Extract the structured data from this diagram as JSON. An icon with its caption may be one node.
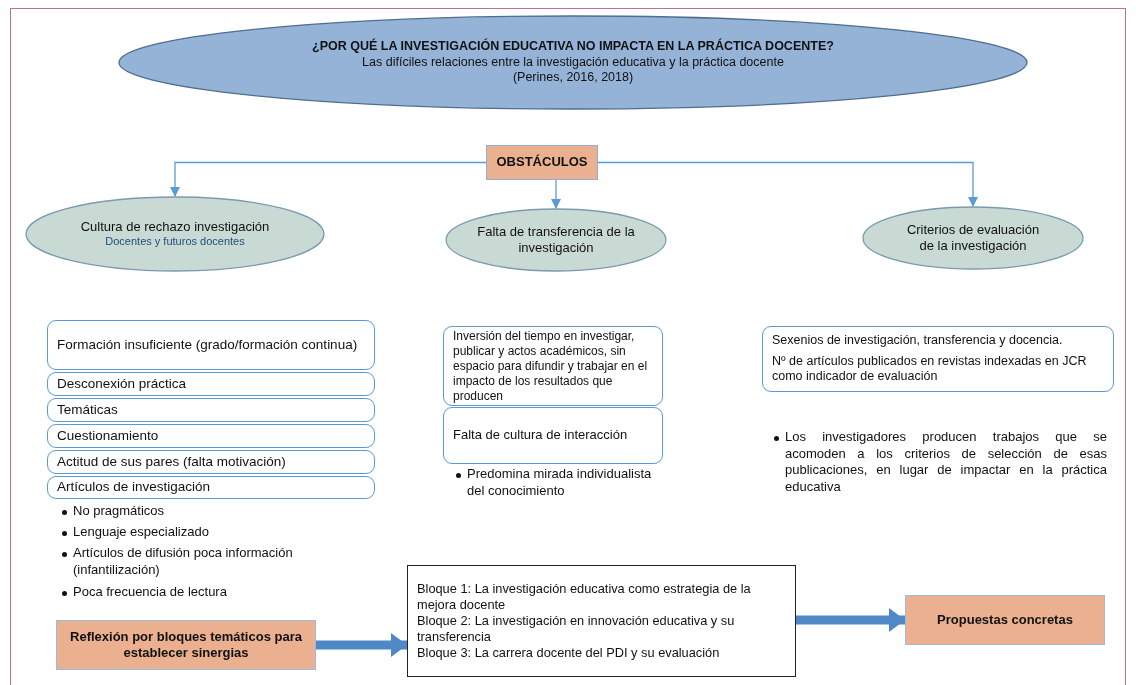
{
  "diagram": {
    "nodes": [
      {
        "text": [
          "¿POR QUÉ LA INVESTIGACIÓN EDUCATIVA NO IMPACTA EN LA PRÁCTICA DOCENTE?",
          "Las difíciles relaciones entre la investigación educativa y la práctica docente",
          "(Perines, 2016, 2018)"
        ]
      },
      {
        "text": [
          "OBSTÁCULOS"
        ]
      },
      {
        "text": [
          "Cultura de rechazo investigación",
          "Docentes y futuros docentes"
        ]
      },
      {
        "text": [
          "Falta de transferencia de la investigación"
        ]
      },
      {
        "text": [
          "Criterios de evaluación de la investigación"
        ]
      },
      {
        "text": [
          "Formación insuficiente (grado/formación continua)"
        ]
      },
      {
        "text": [
          "Desconexión práctica"
        ]
      },
      {
        "text": [
          "Temáticas"
        ]
      },
      {
        "text": [
          "Cuestionamiento"
        ]
      },
      {
        "text": [
          "Actitud de sus pares (falta motivación)"
        ]
      },
      {
        "text": [
          "Artículos de investigación"
        ]
      },
      {
        "text": [
          "Inversión del tiempo en investigar, publicar y actos académicos, sin espacio para difundir y trabajar en el impacto de los resultados que producen"
        ]
      },
      {
        "text": [
          "Falta de cultura de interacción"
        ]
      },
      {
        "text": [
          "Sexenios de investigación, transferencia y docencia.",
          "Nº de artículos publicados en revistas indexadas en JCR como indicador de evaluación"
        ]
      },
      {
        "text": [
          "Reflexión por bloques temáticos para establecer sinergias"
        ]
      },
      {
        "text": [
          "Bloque 1: La investigación educativa como estrategia de la mejora docente",
          "Bloque 2: La investigación en innovación educativa y su transferencia",
          "Bloque 3: La carrera docente del PDI y su evaluación"
        ]
      },
      {
        "text": [
          "Propuestas concretas"
        ]
      }
    ],
    "edges": [
      {
        "from": 1,
        "to": 2,
        "arrow": "to"
      },
      {
        "from": 1,
        "to": 3,
        "arrow": "to"
      },
      {
        "from": 1,
        "to": 4,
        "arrow": "to"
      },
      {
        "from": 14,
        "to": 15,
        "arrow": "to",
        "style": "thick"
      },
      {
        "from": 15,
        "to": 16,
        "arrow": "to",
        "style": "thick"
      }
    ],
    "labels": [
      "No pragmáticos",
      "Lenguaje especializado",
      "Artículos de difusión poca información (infantilización)",
      "Poca frecuencia de lectura",
      "Predomina mirada individualista del conocimiento",
      "Los investigadores producen trabajos que se acomoden a los criterios de selección de esas publicaciones, en lugar de impactar en la práctica educativa"
    ]
  }
}
